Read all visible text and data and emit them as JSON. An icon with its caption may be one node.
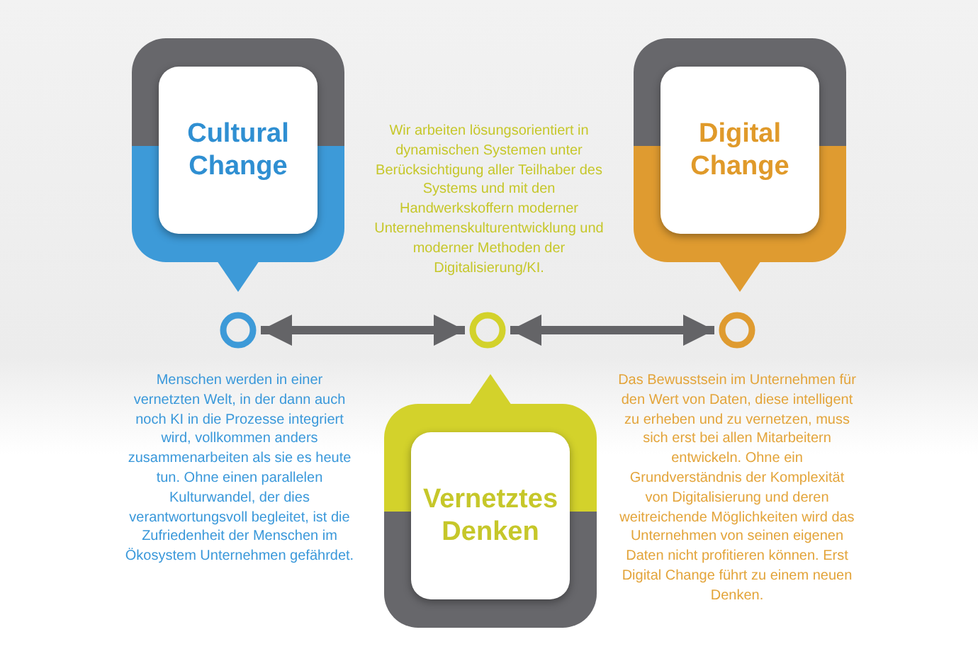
{
  "diagram": {
    "nodes": [
      {
        "text": [
          "Cultural Change"
        ]
      },
      {
        "text": [
          "Digital Change"
        ]
      },
      {
        "text": [
          "Vernetztes Denken"
        ]
      },
      {
        "text": [],
        "shape": "circle"
      },
      {
        "text": [],
        "shape": "circle"
      },
      {
        "text": [],
        "shape": "circle"
      }
    ],
    "edges": [
      {
        "from": 3,
        "to": 4,
        "arrow": "both"
      },
      {
        "from": 4,
        "to": 5,
        "arrow": "both"
      }
    ],
    "labels": [
      "Wir arbeiten lösungsorientiert in dynamischen Systemen unter Berücksichtigung aller Teilhaber des Systems und mit den Handwerkskoffern moderner Unternehmenskulturentwicklung und moderner Methoden der Digitalisierung/KI.",
      "Menschen werden in einer vernetzten Welt, in der dann auch noch KI in die Prozesse integriert wird, vollkommen anders zusammenarbeiten als sie es heute tun. Ohne einen parallelen Kulturwandel, der dies verantwortungsvoll begleitet, ist die Zufriedenheit der Menschen im Ökosystem Unternehmen gefährdet.",
      "Das Bewusstsein im Unternehmen für den Wert von Daten, diese intelligent zu erheben und zu vernetzen, muss sich erst bei allen Mitarbeitern entwickeln. Ohne ein Grundverständnis der Komplexität von Digitalisierung und deren weitreichende Möglichkeiten wird das Unternehmen von seinen eigenen Daten nicht profitieren können. Erst Digital Change führt zu einem neuen Denken."
    ]
  }
}
